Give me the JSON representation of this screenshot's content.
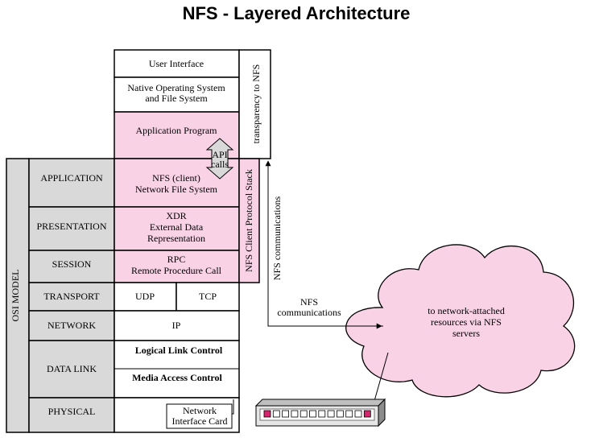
{
  "title": "NFS - Layered Architecture",
  "top_stack": {
    "user_interface": "User Interface",
    "native_os_1": "Native Operating System",
    "native_os_2": "and File System",
    "application_program": "Application Program",
    "transparency": "transparency to NFS"
  },
  "api": {
    "line1": "API",
    "line2": "calls"
  },
  "osi": {
    "model_label": "OSI MODEL",
    "layers": {
      "application": "APPLICATION",
      "presentation": "PRESENTATION",
      "session": "SESSION",
      "transport": "TRANSPORT",
      "network": "NETWORK",
      "data_link": "DATA LINK",
      "physical": "PHYSICAL"
    }
  },
  "protocols": {
    "nfs_1": "NFS (client)",
    "nfs_2": "Network File System",
    "xdr_1": "XDR",
    "xdr_2": "External Data",
    "xdr_3": "Representation",
    "rpc_1": "RPC",
    "rpc_2": "Remote Procedure Call",
    "udp": "UDP",
    "tcp": "TCP",
    "ip": "IP",
    "llc": "Logical Link Control",
    "mac": "Media Access Control",
    "nic_1": "Network",
    "nic_2": "Interface Card",
    "client_stack": "NFS Client Protocol Stack"
  },
  "comms": {
    "vertical": "NFS communications",
    "horizontal_1": "NFS",
    "horizontal_2": "communications"
  },
  "cloud": {
    "line1": "to network-attached",
    "line2": "resources via NFS",
    "line3": "servers"
  },
  "colors": {
    "pink": "#f9d2e6",
    "gray": "#d9d9d9",
    "port_red": "#d8236e"
  }
}
